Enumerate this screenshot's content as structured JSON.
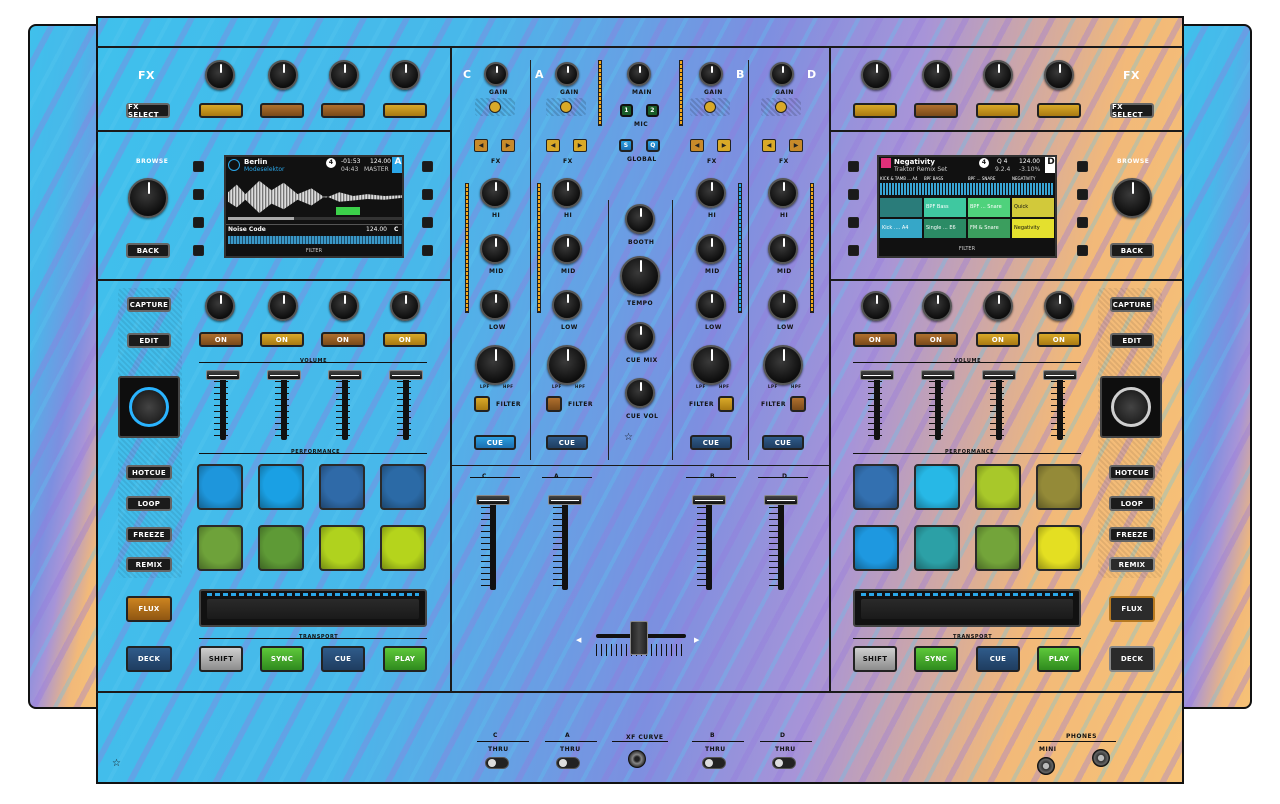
{
  "fx_left": {
    "label": "FX",
    "select": "FX SELECT"
  },
  "fx_right": {
    "label": "FX",
    "select": "FX SELECT"
  },
  "browse_left": {
    "label": "BROWSE",
    "back": "BACK"
  },
  "browse_right": {
    "label": "BROWSE",
    "back": "BACK"
  },
  "mixer": {
    "decks": [
      "C",
      "A",
      "B",
      "D"
    ],
    "gain": "GAIN",
    "main": "MAIN",
    "mic": "MIC",
    "global": "GLOBAL",
    "fx": "FX",
    "hi": "HI",
    "mid": "MID",
    "low": "LOW",
    "filter": "FILTER",
    "lpf": "LPF",
    "hpf": "HPF",
    "booth": "BOOTH",
    "tempo": "TEMPO",
    "cue_mix": "CUE MIX",
    "cue_vol": "CUE VOL",
    "cue": "CUE",
    "mic_buttons": [
      "1",
      "2"
    ],
    "global_buttons": [
      "S",
      "Q"
    ]
  },
  "screen_left": {
    "deck_num": "4",
    "track": "Berlin",
    "artist": "Modeselektor",
    "time": "-01:53",
    "time2": "04:43",
    "bpm": "124.00",
    "master": "MASTER",
    "letter": "A",
    "track2": "Noise Code",
    "bpm2": "124.00",
    "letter2": "C",
    "footer": "FILTER"
  },
  "screen_right": {
    "deck_num": "4",
    "track": "Negativity",
    "subtitle": "Traktor Remix Set",
    "q": "Q 4",
    "beat": "9.2.4",
    "bpm": "124.00",
    "pitch": "-3.10%",
    "letter": "D",
    "columns": [
      "KICK & TAMB ... A4",
      "BPF BASS",
      "BPF ... SNARE",
      "NEGATIVITY"
    ],
    "cells": [
      "BPF Bass",
      "BPF ... Snare",
      "Quick",
      "Kick .... A4",
      "Single ... E6",
      "FM & Snare",
      "Negativity"
    ],
    "footer": "FILTER"
  },
  "left_deck": {
    "capture": "CAPTURE",
    "edit": "EDIT",
    "on_labels": [
      "ON",
      "ON",
      "ON",
      "ON"
    ],
    "volume": "VOLUME",
    "performance": "PERFORMANCE",
    "modes": [
      "HOTCUE",
      "LOOP",
      "FREEZE",
      "REMIX"
    ],
    "flux": "FLUX",
    "deck": "DECK",
    "transport": "TRANSPORT",
    "shift": "SHIFT",
    "sync": "SYNC",
    "cue": "CUE",
    "play": "PLAY",
    "pad_colors": [
      "#1e96dc",
      "#1aa0e4",
      "#2f6aa8",
      "#2b6aa6",
      "#6ea23a",
      "#5e9a36",
      "#b0d21e",
      "#b5d41c"
    ]
  },
  "right_deck": {
    "capture": "CAPTURE",
    "edit": "EDIT",
    "on_labels": [
      "ON",
      "ON",
      "ON",
      "ON"
    ],
    "volume": "VOLUME",
    "performance": "PERFORMANCE",
    "modes": [
      "HOTCUE",
      "LOOP",
      "FREEZE",
      "REMIX"
    ],
    "flux": "FLUX",
    "deck": "DECK",
    "transport": "TRANSPORT",
    "shift": "SHIFT",
    "sync": "SYNC",
    "cue": "CUE",
    "play": "PLAY",
    "pad_colors": [
      "#3370b0",
      "#27b8e6",
      "#a8c82a",
      "#948a38",
      "#1e98e0",
      "#2ca0a6",
      "#73a43a",
      "#e4df22"
    ]
  },
  "bottom": {
    "channels": [
      "C",
      "A",
      "B",
      "D"
    ],
    "thru": "THRU",
    "xf_curve": "XF CURVE",
    "phones": "PHONES",
    "mini": "MINI"
  }
}
